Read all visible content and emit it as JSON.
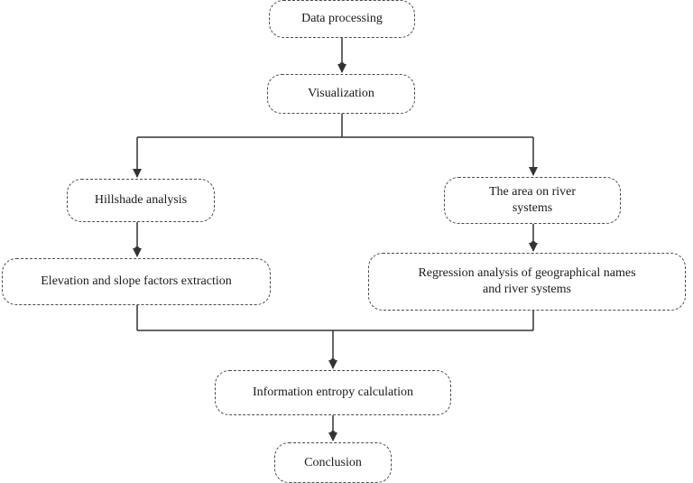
{
  "diagram": {
    "nodes": {
      "data_processing": "Data processing",
      "visualization": "Visualization",
      "hillshade": "Hillshade analysis",
      "river_area": [
        "The area on river",
        "systems"
      ],
      "elevation": "Elevation and slope factors extraction",
      "regression": [
        "Regression analysis of geographical names",
        "and river systems"
      ],
      "entropy": "Information entropy calculation",
      "conclusion": "Conclusion"
    },
    "edges": [
      {
        "from": "data_processing",
        "to": "visualization"
      },
      {
        "from": "visualization",
        "to": "hillshade"
      },
      {
        "from": "visualization",
        "to": "river_area"
      },
      {
        "from": "hillshade",
        "to": "elevation"
      },
      {
        "from": "river_area",
        "to": "regression"
      },
      {
        "from": "elevation",
        "to": "entropy"
      },
      {
        "from": "regression",
        "to": "entropy"
      },
      {
        "from": "entropy",
        "to": "conclusion"
      }
    ],
    "colors": {
      "line": "#333333",
      "border": "#4a4a4a",
      "text": "#1a1a1a"
    }
  }
}
